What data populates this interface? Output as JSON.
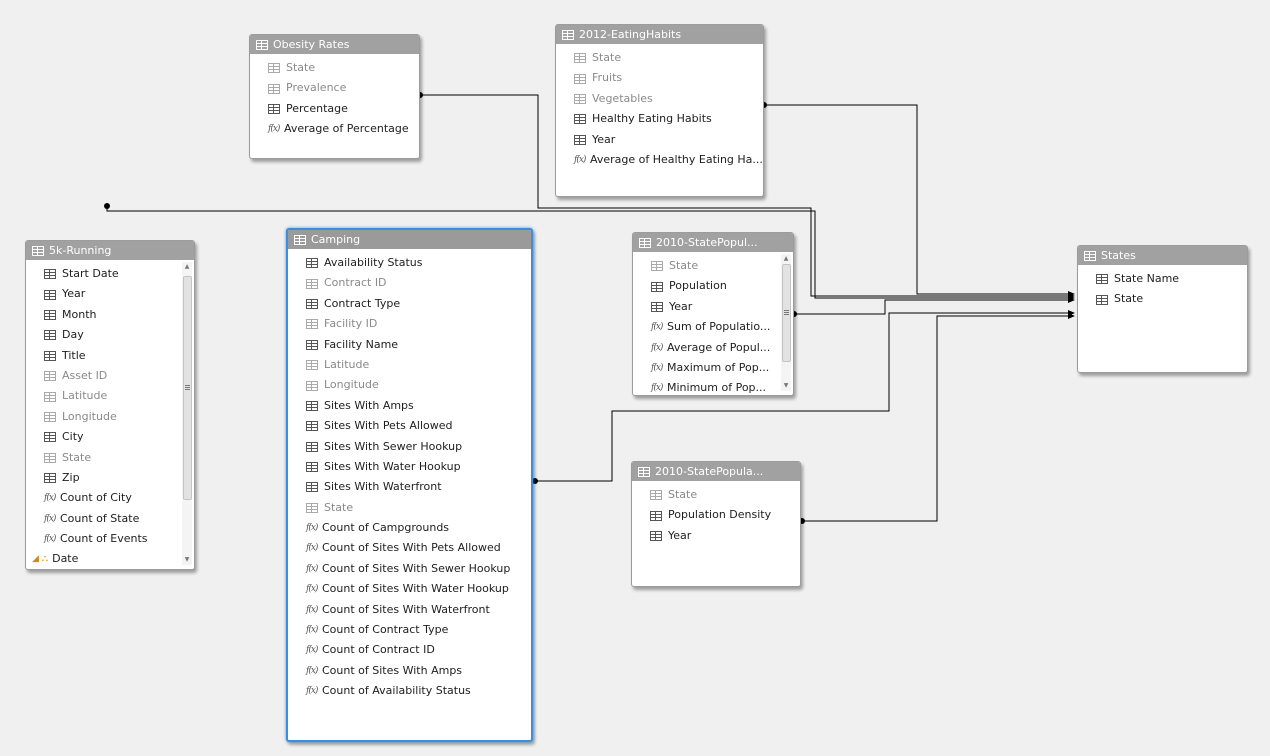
{
  "tables": [
    {
      "id": "obesity",
      "title": "Obesity Rates",
      "selected": false,
      "scroll": false,
      "columns": [
        {
          "label": "State",
          "kind": "column",
          "hidden": true
        },
        {
          "label": "Prevalence",
          "kind": "column",
          "hidden": true
        },
        {
          "label": "Percentage",
          "kind": "column",
          "hidden": false
        },
        {
          "label": "Average of Percentage",
          "kind": "measure",
          "hidden": false
        }
      ]
    },
    {
      "id": "eating",
      "title": "2012-EatingHabits",
      "selected": false,
      "scroll": false,
      "columns": [
        {
          "label": "State",
          "kind": "column",
          "hidden": true
        },
        {
          "label": "Fruits",
          "kind": "column",
          "hidden": true
        },
        {
          "label": "Vegetables",
          "kind": "column",
          "hidden": true
        },
        {
          "label": "Healthy Eating Habits",
          "kind": "column",
          "hidden": false
        },
        {
          "label": "Year",
          "kind": "column",
          "hidden": false
        },
        {
          "label": "Average of Healthy Eating Ha...",
          "kind": "measure",
          "hidden": false
        }
      ]
    },
    {
      "id": "running",
      "title": "5k-Running",
      "selected": false,
      "scroll": true,
      "columns": [
        {
          "label": "Start Date",
          "kind": "column",
          "hidden": false
        },
        {
          "label": "Year",
          "kind": "column",
          "hidden": false
        },
        {
          "label": "Month",
          "kind": "column",
          "hidden": false
        },
        {
          "label": "Day",
          "kind": "column",
          "hidden": false
        },
        {
          "label": "Title",
          "kind": "column",
          "hidden": false
        },
        {
          "label": "Asset ID",
          "kind": "column",
          "hidden": true
        },
        {
          "label": "Latitude",
          "kind": "column",
          "hidden": true
        },
        {
          "label": "Longitude",
          "kind": "column",
          "hidden": true
        },
        {
          "label": "City",
          "kind": "column",
          "hidden": false
        },
        {
          "label": "State",
          "kind": "column",
          "hidden": true
        },
        {
          "label": "Zip",
          "kind": "column",
          "hidden": false
        },
        {
          "label": "Count of City",
          "kind": "measure",
          "hidden": false
        },
        {
          "label": "Count of State",
          "kind": "measure",
          "hidden": false
        },
        {
          "label": "Count of Events",
          "kind": "measure",
          "hidden": false
        },
        {
          "label": "Date",
          "kind": "hierarchy",
          "hidden": false
        }
      ]
    },
    {
      "id": "camping",
      "title": "Camping",
      "selected": true,
      "scroll": false,
      "columns": [
        {
          "label": "Availability Status",
          "kind": "column",
          "hidden": false
        },
        {
          "label": "Contract ID",
          "kind": "column",
          "hidden": true
        },
        {
          "label": "Contract Type",
          "kind": "column",
          "hidden": false
        },
        {
          "label": "Facility ID",
          "kind": "column",
          "hidden": true
        },
        {
          "label": "Facility Name",
          "kind": "column",
          "hidden": false
        },
        {
          "label": "Latitude",
          "kind": "column",
          "hidden": true
        },
        {
          "label": "Longitude",
          "kind": "column",
          "hidden": true
        },
        {
          "label": "Sites With Amps",
          "kind": "column",
          "hidden": false
        },
        {
          "label": "Sites With Pets Allowed",
          "kind": "column",
          "hidden": false
        },
        {
          "label": "Sites With Sewer Hookup",
          "kind": "column",
          "hidden": false
        },
        {
          "label": "Sites With Water Hookup",
          "kind": "column",
          "hidden": false
        },
        {
          "label": "Sites With Waterfront",
          "kind": "column",
          "hidden": false
        },
        {
          "label": "State",
          "kind": "column",
          "hidden": true
        },
        {
          "label": "Count of Campgrounds",
          "kind": "measure",
          "hidden": false
        },
        {
          "label": "Count of Sites With Pets Allowed",
          "kind": "measure",
          "hidden": false
        },
        {
          "label": "Count of Sites With Sewer Hookup",
          "kind": "measure",
          "hidden": false
        },
        {
          "label": "Count of Sites With Water Hookup",
          "kind": "measure",
          "hidden": false
        },
        {
          "label": "Count of Sites With Waterfront",
          "kind": "measure",
          "hidden": false
        },
        {
          "label": "Count of Contract Type",
          "kind": "measure",
          "hidden": false
        },
        {
          "label": "Count of Contract ID",
          "kind": "measure",
          "hidden": false
        },
        {
          "label": "Count of Sites With Amps",
          "kind": "measure",
          "hidden": false
        },
        {
          "label": "Count of Availability Status",
          "kind": "measure",
          "hidden": false
        }
      ]
    },
    {
      "id": "statepop",
      "title": "2010-StatePopul...",
      "selected": false,
      "scroll": true,
      "columns": [
        {
          "label": "State",
          "kind": "column",
          "hidden": true
        },
        {
          "label": "Population",
          "kind": "column",
          "hidden": false
        },
        {
          "label": "Year",
          "kind": "column",
          "hidden": false
        },
        {
          "label": "Sum of Populatio...",
          "kind": "measure",
          "hidden": false
        },
        {
          "label": "Average of Popul...",
          "kind": "measure",
          "hidden": false
        },
        {
          "label": "Maximum of Pop...",
          "kind": "measure",
          "hidden": false
        },
        {
          "label": "Minimum of Pop...",
          "kind": "measure",
          "hidden": false
        }
      ]
    },
    {
      "id": "density",
      "title": "2010-StatePopula...",
      "selected": false,
      "scroll": false,
      "columns": [
        {
          "label": "State",
          "kind": "column",
          "hidden": true
        },
        {
          "label": "Population Density",
          "kind": "column",
          "hidden": false
        },
        {
          "label": "Year",
          "kind": "column",
          "hidden": false
        }
      ]
    },
    {
      "id": "states",
      "title": "States",
      "selected": false,
      "scroll": false,
      "columns": [
        {
          "label": "State Name",
          "kind": "column",
          "hidden": false
        },
        {
          "label": "State",
          "kind": "column",
          "hidden": false
        }
      ]
    }
  ],
  "relationships": [
    {
      "from": "obesity",
      "to": "states"
    },
    {
      "from": "eating",
      "to": "states"
    },
    {
      "from": "running",
      "to": "states"
    },
    {
      "from": "camping",
      "to": "states"
    },
    {
      "from": "statepop",
      "to": "states"
    },
    {
      "from": "density",
      "to": "states"
    }
  ],
  "colors": {
    "canvas": "#f0f0f0",
    "header": "#a1a1a1",
    "selected_border": "#3c8ed8",
    "hidden_text": "#8a8a8a",
    "line": "#000000"
  }
}
